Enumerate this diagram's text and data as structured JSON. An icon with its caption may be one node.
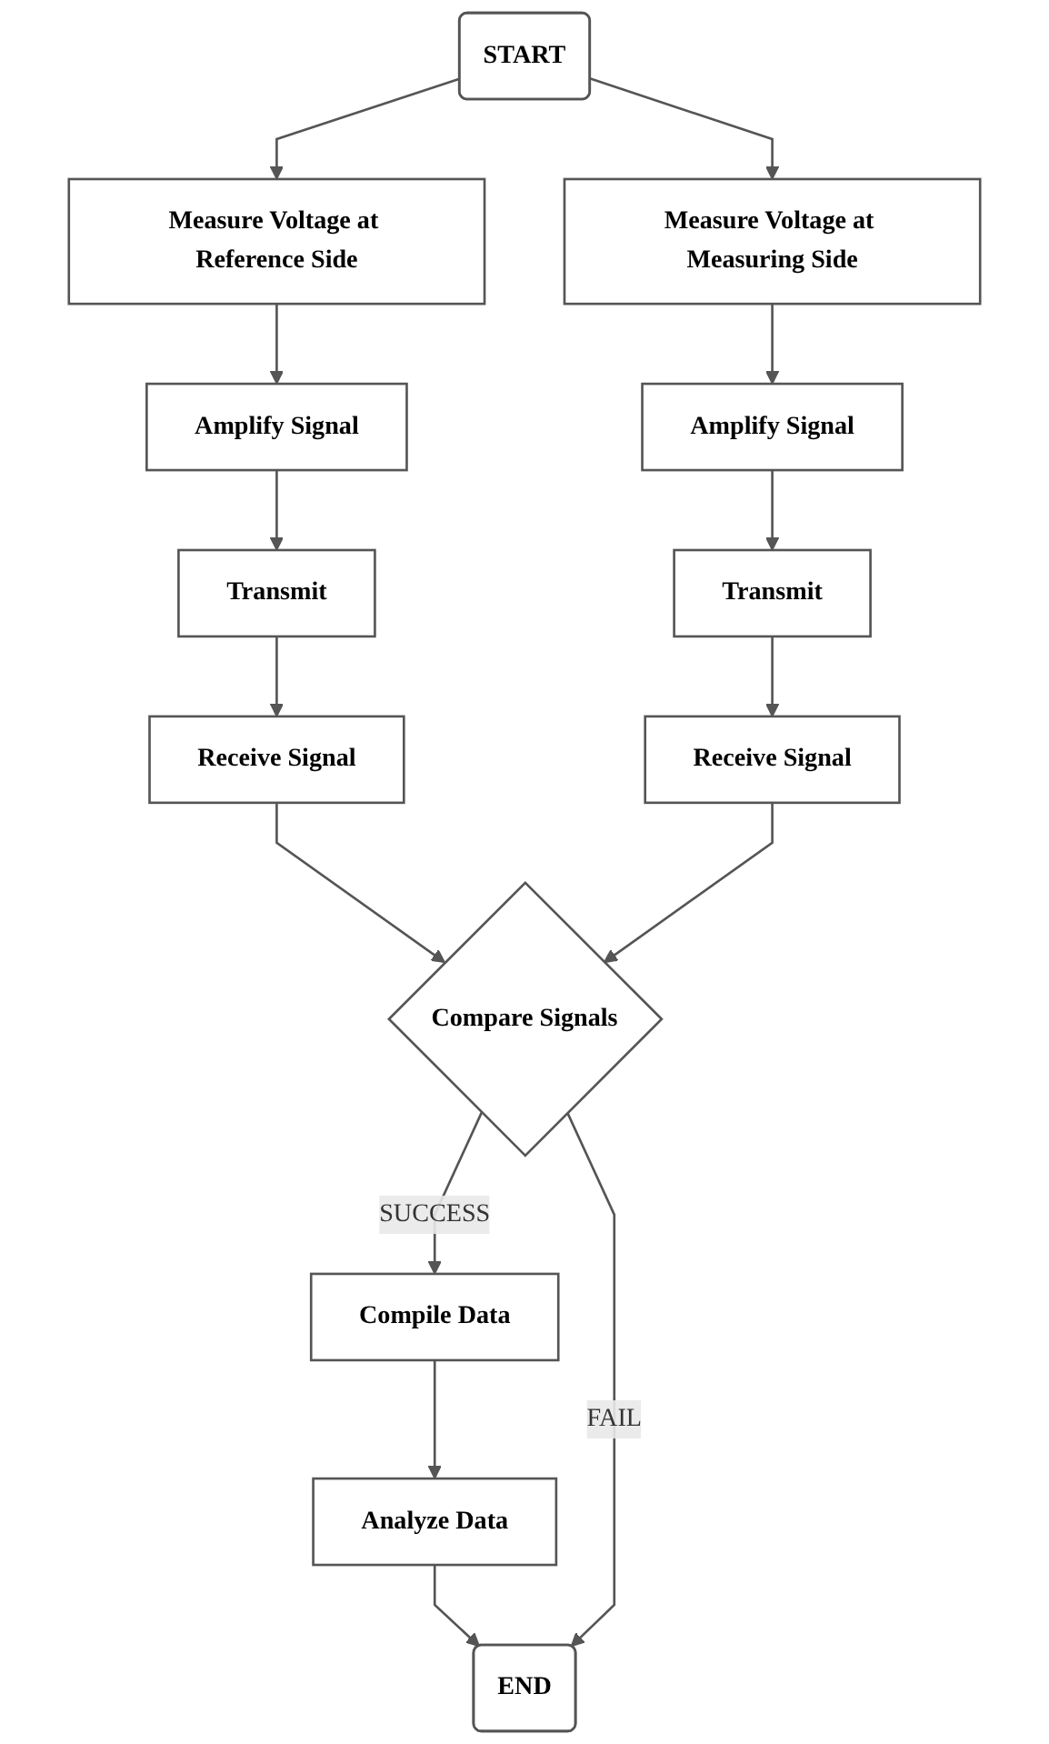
{
  "diagram": {
    "nodes": [
      {
        "text": [
          "START"
        ]
      },
      {
        "text": [
          "Measure Voltage at Reference Side"
        ]
      },
      {
        "text": [
          "Measure Voltage at Measuring Side"
        ]
      },
      {
        "text": [
          "Amplify Signal"
        ]
      },
      {
        "text": [
          "Amplify Signal"
        ]
      },
      {
        "text": [
          "Transmit"
        ]
      },
      {
        "text": [
          "Transmit"
        ]
      },
      {
        "text": [
          "Receive Signal"
        ]
      },
      {
        "text": [
          "Receive Signal"
        ]
      },
      {
        "text": [
          "Compare Signals"
        ]
      },
      {
        "text": [
          "Compile Data"
        ]
      },
      {
        "text": [
          "Analyze Data"
        ]
      },
      {
        "text": [
          "END"
        ]
      }
    ],
    "edges": [
      {
        "from": 0,
        "to": 1,
        "arrow": "to"
      },
      {
        "from": 0,
        "to": 2,
        "arrow": "to"
      },
      {
        "from": 1,
        "to": 3,
        "arrow": "to"
      },
      {
        "from": 2,
        "to": 4,
        "arrow": "to"
      },
      {
        "from": 3,
        "to": 5,
        "arrow": "to"
      },
      {
        "from": 4,
        "to": 6,
        "arrow": "to"
      },
      {
        "from": 5,
        "to": 7,
        "arrow": "to"
      },
      {
        "from": 6,
        "to": 8,
        "arrow": "to"
      },
      {
        "from": 7,
        "to": 9,
        "arrow": "to"
      },
      {
        "from": 8,
        "to": 9,
        "arrow": "to"
      },
      {
        "from": 9,
        "to": 10,
        "arrow": "to",
        "label": "SUCCESS"
      },
      {
        "from": 10,
        "to": 11,
        "arrow": "to"
      },
      {
        "from": 11,
        "to": 12,
        "arrow": "to"
      },
      {
        "from": 9,
        "to": 12,
        "arrow": "to",
        "label": "FAIL"
      }
    ]
  }
}
